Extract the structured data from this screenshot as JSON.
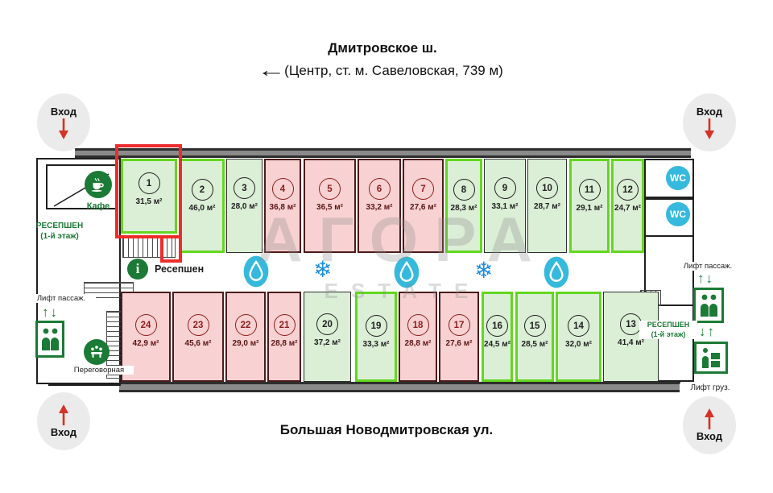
{
  "colors": {
    "lime_border": "#63d71f",
    "green_fill": "#dbeed6",
    "pink_fill": "#f8d2d2",
    "highlight_red": "#ee2c2c",
    "wc_cyan": "#35b9dc",
    "icon_green": "#1b7a35",
    "snow_blue": "#1f8ee0",
    "entrance_arrow_red": "#d63226"
  },
  "header": {
    "street_top": "Дмитровское ш.",
    "arrow": "←",
    "direction": "(Центр, ст. м. Савеловская, 739 м)"
  },
  "footer": {
    "street_bottom": "Большая Новодмитровская ул."
  },
  "entrance_label": "Вход",
  "watermark": {
    "line1": "АГОРА",
    "line2": "ESTATE"
  },
  "left_wing": {
    "reception_line1": "РЕСЕПШЕН",
    "reception_line2": "(1-й этаж)",
    "cafe": "Кафе",
    "lift_passenger": "Лифт пассаж.",
    "meeting_room": "Переговорная"
  },
  "corridor": {
    "reception": "Ресепшен",
    "info_glyph": "i",
    "icons": [
      "water-drop",
      "snowflake",
      "water-drop",
      "snowflake",
      "water-drop"
    ]
  },
  "right_wing": {
    "wc": "WC",
    "lift_passenger": "Лифт пассаж.",
    "reception_line1": "РЕСЕПШЕН",
    "reception_line2": "(1-й этаж)",
    "lift_cargo": "Лифт груз."
  },
  "units": [
    {
      "num": "1",
      "area": "31,5 м²",
      "state": "available-highlighted"
    },
    {
      "num": "2",
      "area": "46,0 м²",
      "state": "available"
    },
    {
      "num": "3",
      "area": "28,0 м²",
      "state": "free"
    },
    {
      "num": "4",
      "area": "36,8 м²",
      "state": "occupied"
    },
    {
      "num": "5",
      "area": "36,5 м²",
      "state": "occupied"
    },
    {
      "num": "6",
      "area": "33,2 м²",
      "state": "occupied"
    },
    {
      "num": "7",
      "area": "27,6 м²",
      "state": "occupied"
    },
    {
      "num": "8",
      "area": "28,3 м²",
      "state": "available"
    },
    {
      "num": "9",
      "area": "33,1 м²",
      "state": "free"
    },
    {
      "num": "10",
      "area": "28,7 м²",
      "state": "free"
    },
    {
      "num": "11",
      "area": "29,1 м²",
      "state": "available"
    },
    {
      "num": "12",
      "area": "24,7 м²",
      "state": "available"
    },
    {
      "num": "13",
      "area": "41,4 м²",
      "state": "free"
    },
    {
      "num": "14",
      "area": "32,0 м²",
      "state": "available"
    },
    {
      "num": "15",
      "area": "28,5 м²",
      "state": "available"
    },
    {
      "num": "16",
      "area": "24,5 м²",
      "state": "available"
    },
    {
      "num": "17",
      "area": "27,6 м²",
      "state": "occupied"
    },
    {
      "num": "18",
      "area": "28,8 м²",
      "state": "occupied"
    },
    {
      "num": "19",
      "area": "33,3 м²",
      "state": "available"
    },
    {
      "num": "20",
      "area": "37,2 м²",
      "state": "free"
    },
    {
      "num": "21",
      "area": "28,8 м²",
      "state": "occupied"
    },
    {
      "num": "22",
      "area": "29,0 м²",
      "state": "occupied"
    },
    {
      "num": "23",
      "area": "45,6 м²",
      "state": "occupied"
    },
    {
      "num": "24",
      "area": "42,9 м²",
      "state": "occupied"
    }
  ]
}
